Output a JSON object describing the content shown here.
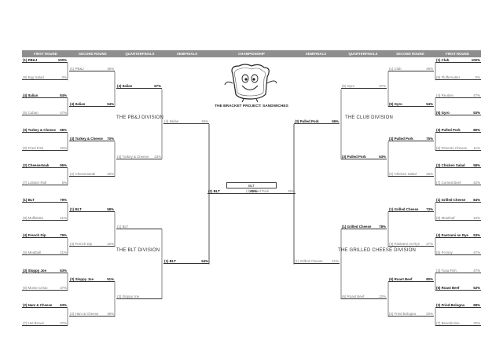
{
  "headers": {
    "left": [
      "FIRST ROUND",
      "SECOND ROUND",
      "QUARTERFINALS",
      "SEMIFINALS"
    ],
    "center": "CHAMPIONSHIP",
    "right": [
      "SEMIFINALS",
      "QUARTERFINALS",
      "SECOND ROUND",
      "FIRST ROUND"
    ]
  },
  "title": "THE BRACKET PROJECT: SANDWICHES",
  "divisions": {
    "pbj": "THE PB&J DIVISION",
    "blt": "THE BLT DIVISION",
    "club": "THE CLUB DIVISION",
    "grilled": "THE GRILLED CHEESE DIVISION"
  },
  "champion": "BLT",
  "left": {
    "r1": [
      {
        "name": "(1) PB&J",
        "pct": "100%",
        "win": true
      },
      {
        "name": "(8) Egg Salad",
        "pct": "0%",
        "win": false
      },
      {
        "name": "(4) Italian",
        "pct": "84%",
        "win": true
      },
      {
        "name": "(5) Cuban",
        "pct": "47%",
        "win": false
      },
      {
        "name": "(3) Turkey & Cheese",
        "pct": "58%",
        "win": true
      },
      {
        "name": "(6) Fried Fish",
        "pct": "42%",
        "win": false
      },
      {
        "name": "(2) Cheesesteak",
        "pct": "95%",
        "win": true
      },
      {
        "name": "(7) Lobster Roll",
        "pct": "5%",
        "win": false
      },
      {
        "name": "(1) BLT",
        "pct": "79%",
        "win": true
      },
      {
        "name": "(8) Muffaletta",
        "pct": "21%",
        "win": false
      },
      {
        "name": "(4) French Dip",
        "pct": "79%",
        "win": true
      },
      {
        "name": "(5) Meatball",
        "pct": "21%",
        "win": false
      },
      {
        "name": "(3) Sloppy Joe",
        "pct": "63%",
        "win": true
      },
      {
        "name": "(6) Monte Cristo",
        "pct": "37%",
        "win": false
      },
      {
        "name": "(2) Ham & Cheese",
        "pct": "63%",
        "win": true
      },
      {
        "name": "(7) Hot Brown",
        "pct": "37%",
        "win": false
      }
    ],
    "r2": [
      {
        "name": "(1) PB&J",
        "pct": "46%",
        "win": false
      },
      {
        "name": "(4) Italian",
        "pct": "54%",
        "win": true
      },
      {
        "name": "(3) Turkey & Cheese",
        "pct": "70%",
        "win": true
      },
      {
        "name": "(2) Cheesesteak",
        "pct": "30%",
        "win": false
      },
      {
        "name": "(1) BLT",
        "pct": "58%",
        "win": true
      },
      {
        "name": "(4) French Dip",
        "pct": "42%",
        "win": false
      },
      {
        "name": "(3) Sloppy Joe",
        "pct": "51%",
        "win": true
      },
      {
        "name": "(2) Ham & Cheese",
        "pct": "49%",
        "win": false
      }
    ],
    "qf": [
      {
        "name": "(4) Italian",
        "pct": "67%",
        "win": true
      },
      {
        "name": "(3) Turkey & Cheese",
        "pct": "33%",
        "win": false
      },
      {
        "name": "(1) BLT",
        "pct": "",
        "win": false
      },
      {
        "name": "(3) Sloppy Joe",
        "pct": "",
        "win": false
      }
    ],
    "sf": [
      {
        "name": "(4) Italian",
        "pct": "46%",
        "win": false
      },
      {
        "name": "(1) BLT",
        "pct": "54%",
        "win": true
      }
    ],
    "final": {
      "name": "(1) BLT",
      "pct": "60%",
      "win": true
    }
  },
  "right": {
    "r1": [
      {
        "name": "(1) Club",
        "pct": "100%",
        "win": true
      },
      {
        "name": "(8) Fluffernutter",
        "pct": "0%",
        "win": false
      },
      {
        "name": "(4) Reuben",
        "pct": "47%",
        "win": false
      },
      {
        "name": "(5) Gyro",
        "pct": "53%",
        "win": true
      },
      {
        "name": "(3) Pulled Pork",
        "pct": "89%",
        "win": true
      },
      {
        "name": "(6) Pimento Cheese",
        "pct": "11%",
        "win": false
      },
      {
        "name": "(2) Chicken Salad",
        "pct": "58%",
        "win": true
      },
      {
        "name": "(7) Corned Beef",
        "pct": "42%",
        "win": false
      },
      {
        "name": "(1) Grilled Cheese",
        "pct": "84%",
        "win": true
      },
      {
        "name": "(8) Meatloaf",
        "pct": "16%",
        "win": false
      },
      {
        "name": "(4) Pastrami on Rye",
        "pct": "53%",
        "win": true
      },
      {
        "name": "(5) Po Boy",
        "pct": "47%",
        "win": false
      },
      {
        "name": "(3) Tuna Fish",
        "pct": "47%",
        "win": false
      },
      {
        "name": "(6) Roast Beef",
        "pct": "53%",
        "win": true
      },
      {
        "name": "(2) Fried Bologna",
        "pct": "68%",
        "win": true
      },
      {
        "name": "(7) Benedictine",
        "pct": "32%",
        "win": false
      }
    ],
    "r2": [
      {
        "name": "(1) Club",
        "pct": "46%",
        "win": false
      },
      {
        "name": "(5) Gyro",
        "pct": "54%",
        "win": true
      },
      {
        "name": "(3) Pulled Pork",
        "pct": "75%",
        "win": true
      },
      {
        "name": "(2) Chicken Salad",
        "pct": "25%",
        "win": false
      },
      {
        "name": "(1) Grilled Cheese",
        "pct": "73%",
        "win": true
      },
      {
        "name": "(4) Pastrami on Rye",
        "pct": "27%",
        "win": false
      },
      {
        "name": "(6) Roast Beef",
        "pct": "80%",
        "win": true
      },
      {
        "name": "(2) Fried Bologna",
        "pct": "20%",
        "win": false
      }
    ],
    "qf": [
      {
        "name": "(5) Gyro",
        "pct": "37%",
        "win": false
      },
      {
        "name": "(3) Pulled Pork",
        "pct": "63%",
        "win": true
      },
      {
        "name": "(1) Grilled Cheese",
        "pct": "78%",
        "win": true
      },
      {
        "name": "(6) Roast Beef",
        "pct": "22%",
        "win": false
      }
    ],
    "sf": [
      {
        "name": "(3) Pulled Pork",
        "pct": "59%",
        "win": true
      },
      {
        "name": "(1) Grilled Cheese",
        "pct": "41%",
        "win": false
      }
    ],
    "final": {
      "name": "(3) Pulled Pork",
      "pct": "40%",
      "win": false
    }
  }
}
